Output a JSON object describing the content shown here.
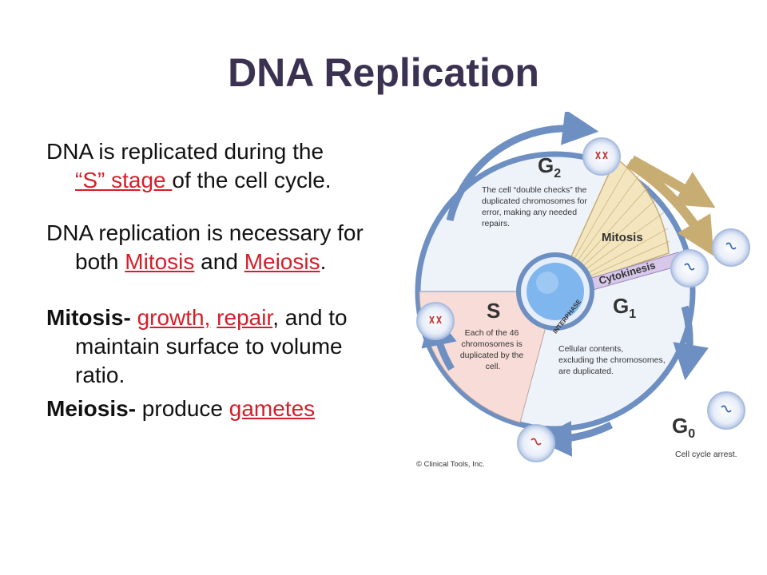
{
  "title": "DNA Replication",
  "text": {
    "p1_before": "DNA is replicated during the",
    "p1_link": "“S” stage ",
    "p1_after": "of the cell cycle.",
    "p2_before": "DNA replication is necessary for both ",
    "p2_link1": "Mitosis",
    "p2_mid": " and ",
    "p2_link2": "Meiosis",
    "p2_end": ".",
    "p3_label": "Mitosis-",
    "p3_link1": "growth,",
    "p3_link2": "repair",
    "p3_after": ", and to maintain surface to volume ratio.",
    "p4_label": "Meiosis-",
    "p4_before": " produce ",
    "p4_link": "gametes"
  },
  "diagram": {
    "g2_label": "G",
    "g2_sub": "2",
    "g2_desc": [
      "The cell “double checks” the",
      "duplicated chromosomes for",
      "error, making any needed",
      "repairs."
    ],
    "mitosis_label": "Mitosis",
    "cytokinesis_label": "Cytokinesis",
    "interphase_label": "INTERPHASE",
    "s_label": "S",
    "s_desc": [
      "Each of the 46",
      "chromosomes is",
      "duplicated by the",
      "cell."
    ],
    "g1_label": "G",
    "g1_sub": "1",
    "g1_desc": [
      "Cellular contents,",
      "excluding the chromosomes,",
      "are duplicated."
    ],
    "g0_label": "G",
    "g0_sub": "0",
    "g0_desc": "Cell cycle arrest.",
    "credit": "© Clinical Tools, Inc."
  },
  "colors": {
    "title": "#3b3252",
    "link": "#d41f2a",
    "arrow": "#6e8fc2",
    "mitosis_fan": "#f3e6bf",
    "s_sector": "#f7dcd8",
    "cell_ring": "#a9bde0",
    "cell_fill": "#e8eef8"
  }
}
